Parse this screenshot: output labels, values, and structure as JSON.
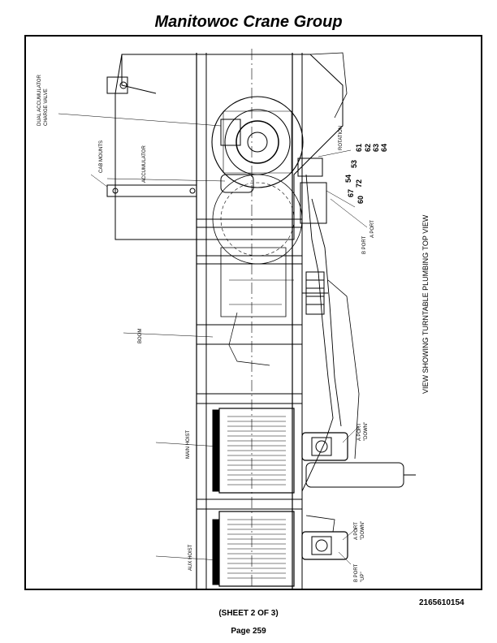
{
  "header": {
    "title": "Manitowoc Crane Group"
  },
  "diagram": {
    "caption": "VIEW SHOWING TURNTABLE PLUMBING TOP VIEW",
    "labels": {
      "dual_accumulator_line1": "DUAL ACCUMULATOR",
      "dual_accumulator_line2": "CHARGE VALVE",
      "cab_mounts": "CAB MOUNTS",
      "accumulator": "ACCUMULATOR",
      "rotation": "ROTATION",
      "boom": "BOOM",
      "main_hoist": "MAIN HOIST",
      "aux_hoist": "AUX HOIST",
      "a_port": "A PORT",
      "b_port": "B PORT",
      "main_a_port_line1": "A PORT",
      "main_a_port_line2": "\"DOWN\"",
      "aux_a_port_line1": "A PORT",
      "aux_a_port_line2": "\"DOWN\"",
      "aux_b_port_line1": "B PORT",
      "aux_b_port_line2": "\"UP\""
    },
    "callouts": {
      "n61": "61",
      "n62": "62",
      "n63": "63",
      "n64": "64",
      "n53": "53",
      "n54": "54",
      "n72": "72",
      "n67": "67",
      "n60": "60"
    }
  },
  "footer": {
    "doc_number": "2165610154",
    "sheet": "(SHEET 2 OF 3)",
    "page": "Page 259"
  }
}
